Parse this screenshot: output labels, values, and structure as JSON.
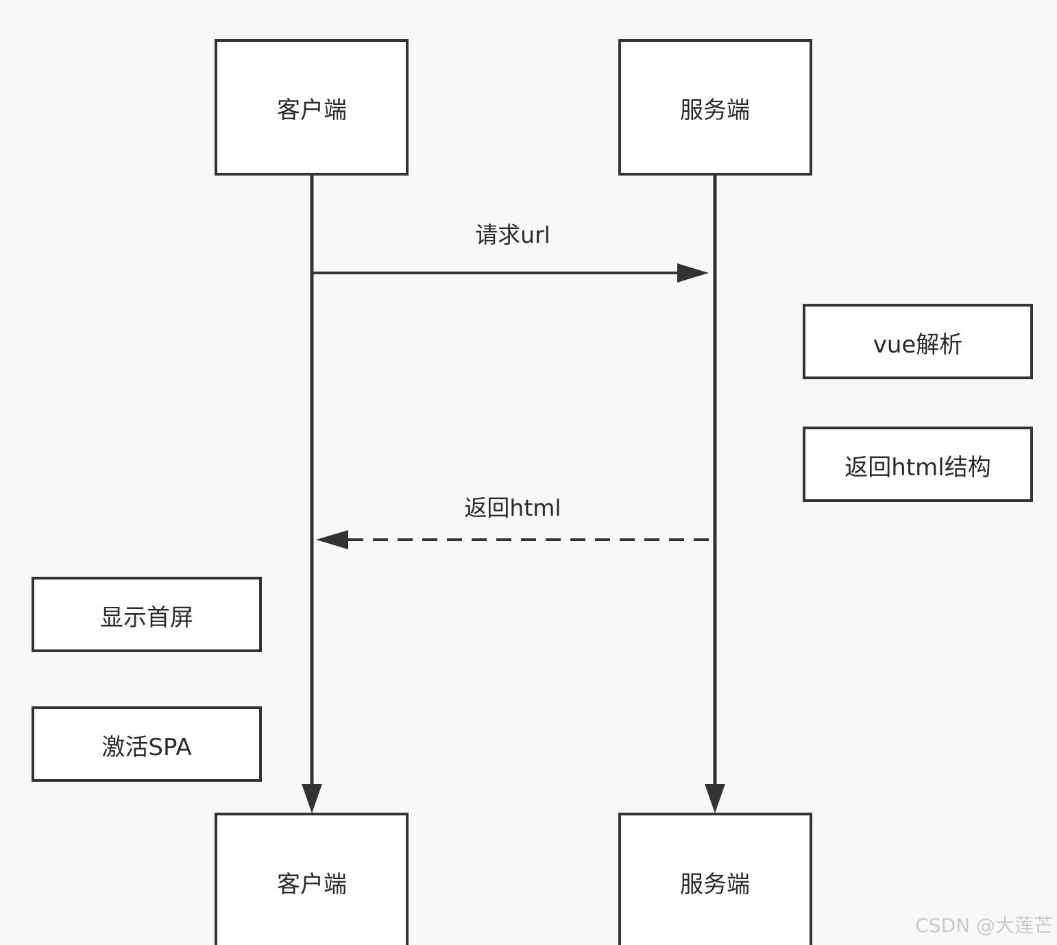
{
  "diagram": {
    "participants_top": {
      "client": "客户端",
      "server": "服务端"
    },
    "participants_bottom": {
      "client": "客户端",
      "server": "服务端"
    },
    "messages": {
      "request": "请求url",
      "response": "返回html"
    },
    "notes": {
      "server_parse": "vue解析",
      "server_return": "返回html结构",
      "client_show": "显示首屏",
      "client_activate": "激活SPA"
    }
  },
  "watermark": "CSDN @大莲芒",
  "colors": {
    "background": "#f8f8f8",
    "stroke": "#333333",
    "box_fill": "#ffffff",
    "text": "#2b2b2b",
    "watermark": "#c9c9c9"
  }
}
